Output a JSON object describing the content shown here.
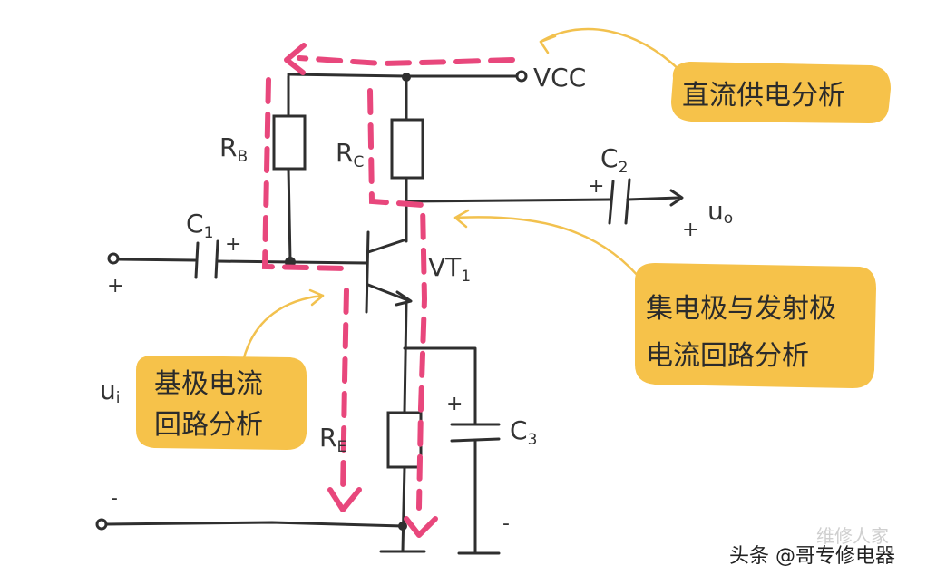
{
  "diagram": {
    "components": {
      "vcc": "VCC",
      "rb": {
        "main": "R",
        "sub": "B"
      },
      "rc": {
        "main": "R",
        "sub": "C"
      },
      "re": {
        "main": "R",
        "sub": "E"
      },
      "c1": {
        "main": "C",
        "sub": "1"
      },
      "c2": {
        "main": "C",
        "sub": "2"
      },
      "c3": {
        "main": "C",
        "sub": "3"
      },
      "vt1": {
        "main": "VT",
        "sub": "1"
      },
      "ui": {
        "main": "u",
        "sub": "i"
      },
      "uo": {
        "main": "u",
        "sub": "o"
      }
    },
    "signs": {
      "input_plus": "+",
      "input_minus": "-",
      "output_plus": "+",
      "c1_plus": "+",
      "c2_plus": "+",
      "c3_plus": "+",
      "c3_minus": "-"
    },
    "callouts": {
      "dc_supply": "直流供电分析",
      "base_loop_line1": "基极电流",
      "base_loop_line2": "回路分析",
      "ce_loop_line1": "集电极与发射极",
      "ce_loop_line2": "电流回路分析"
    },
    "colors": {
      "path_highlight": "#e8477c",
      "callout_fill": "#f6c24a",
      "wire": "#2f2f2f"
    }
  },
  "watermark": {
    "faint": "维修人家",
    "main": "头条 @哥专修电器"
  }
}
